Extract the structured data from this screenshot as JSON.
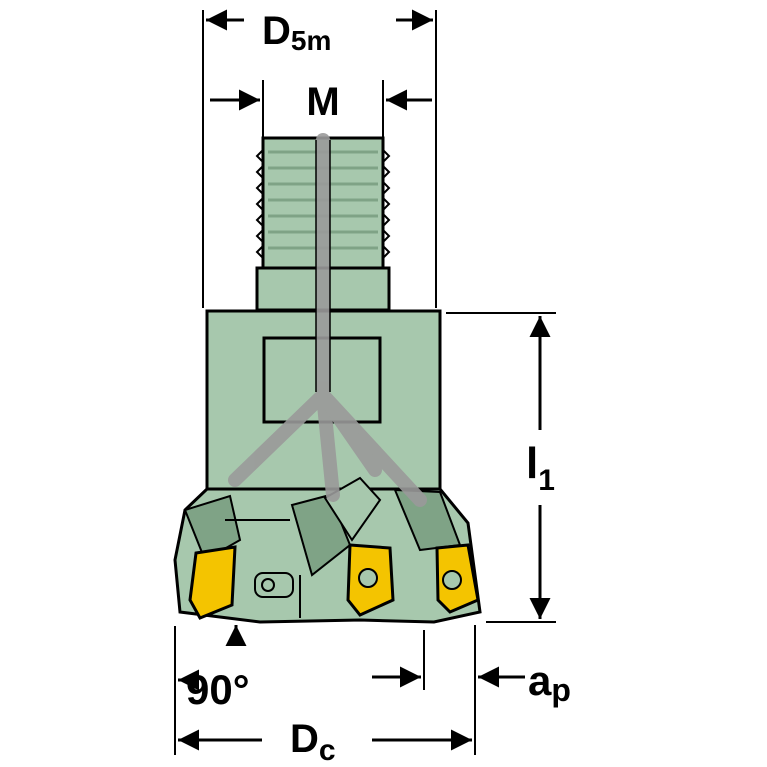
{
  "labels": {
    "d5m_main": "D",
    "d5m_sub": "5m",
    "m": "M",
    "l1_main": "l",
    "l1_sub": "1",
    "angle": "90°",
    "ap_main": "a",
    "ap_sub": "p",
    "dc_main": "D",
    "dc_sub": "c"
  },
  "colors": {
    "body": "#a7c8ad",
    "body_shadow": "#7fa386",
    "outline": "#000000",
    "coolant": "#9a9a9a",
    "insert": "#f4c400",
    "background": "#ffffff"
  },
  "icons": {
    "dimension_arrow": "arrow-icon",
    "insert_screw": "screw-icon"
  }
}
